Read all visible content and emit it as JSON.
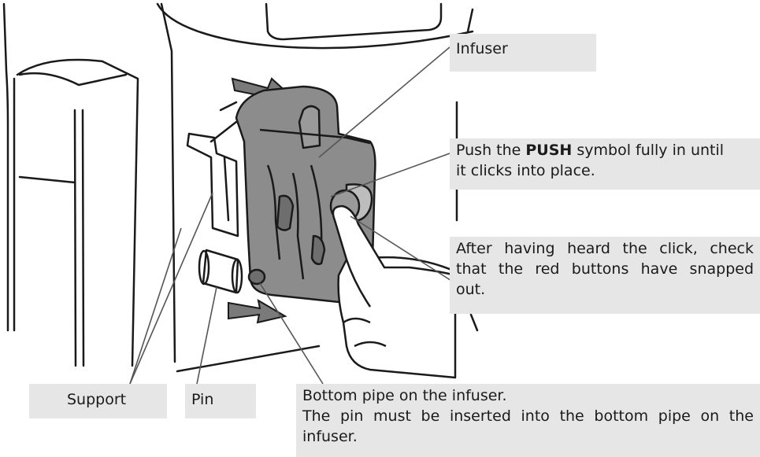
{
  "labels": {
    "infuser": "Infuser",
    "push_before": "Push the ",
    "push_bold": "PUSH",
    "push_after_line1": " symbol fully in until",
    "push_line2": "it clicks into place.",
    "after_line1": "After having heard the click, check",
    "after_line2": "that the red buttons have snapped",
    "after_line3": "out.",
    "support": "Support",
    "pin": "Pin",
    "bottom_line1": "Bottom pipe on the infuser.",
    "bottom_line2": "The pin must be inserted into the bottom pipe on the",
    "bottom_line3": "infuser."
  },
  "colors": {
    "label_bg": "#e6e6e6",
    "infuser_fill": "#8c8c8c",
    "arrow_fill": "#7a7a7a",
    "outline": "#1a1a1a",
    "leader": "#555555"
  }
}
